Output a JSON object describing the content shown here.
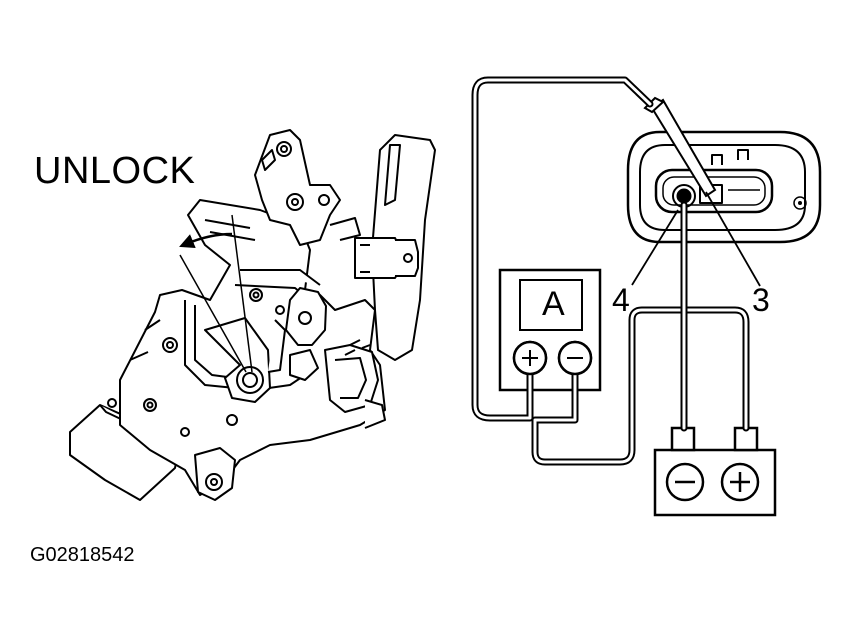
{
  "labels": {
    "unlock": "UNLOCK",
    "pin_4": "4",
    "pin_3": "3",
    "ammeter": "A",
    "figure_id": "G02818542"
  },
  "icons": {
    "lock_actuator": "door-lock-actuator-drawing",
    "arrow": "curved-arrow-left-icon",
    "ammeter": "ammeter-icon",
    "battery": "battery-icon",
    "connector": "connector-icon",
    "probe": "test-probe-icon"
  },
  "colors": {
    "ink": "#000000",
    "background": "#ffffff"
  }
}
